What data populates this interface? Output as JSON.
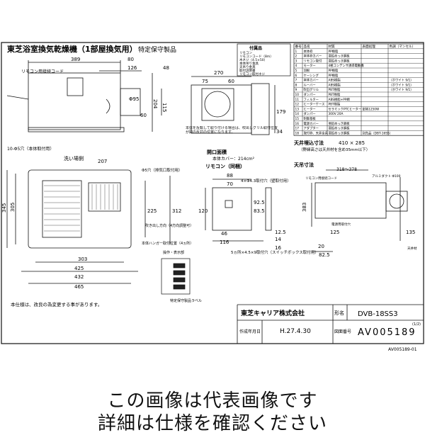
{
  "title": "東芝浴室換気乾燥機（1部屋換気用）",
  "subtitle": "特定保守製品",
  "remote_cord_label": "リモコン用接続コード",
  "dims_top": [
    "389",
    "80",
    "126",
    "48"
  ],
  "dims_side": [
    "115",
    "204",
    "60",
    "Φ95"
  ],
  "dims_right_view": [
    "270",
    "75",
    "60",
    "179",
    "34"
  ],
  "plan_dims": [
    "207",
    "345",
    "305",
    "225",
    "312",
    "303",
    "425",
    "432",
    "465",
    "10-Φ5穴（本体取付用）"
  ],
  "plan_labels": {
    "wash_side": "洗い場側",
    "lever_note": "本体を反転して取り付ける場合は、吹出しグリル取付位置が図の反対の位置になります。",
    "screw": "Φ5穴（排気口取付用）",
    "direction": "吹き出し方向（4方向調整可）",
    "hanger": "本体ハンガー取付位置（4ヵ所）",
    "panel": "操作・表示部",
    "label": "特定保守製品ラベル"
  },
  "notes": "本仕様は、改良の為変更する事があります。",
  "parts": {
    "header": [
      "番号",
      "品名",
      "材質",
      "表面処理",
      "色調（マンセル）"
    ],
    "rows": [
      [
        "1",
        "本体枠",
        "PP樹脂",
        "",
        ""
      ],
      [
        "2",
        "本体枠カバー",
        "亜鉛めっき鋼板",
        "",
        ""
      ],
      [
        "3",
        "リモコン取付",
        "亜鉛めっき鋼板",
        "",
        ""
      ],
      [
        "4",
        "モーター",
        "4極コンデンサ誘導電動機",
        "",
        ""
      ],
      [
        "5",
        "羽根",
        "PP樹脂",
        "",
        ""
      ],
      [
        "6",
        "ケーシング",
        "PP樹脂",
        "",
        ""
      ],
      [
        "7",
        "本体カバー",
        "ABS樹脂",
        "",
        "（ホワイト 9/1）"
      ],
      [
        "8",
        "ルーバー",
        "ABS樹脂",
        "",
        "（ホワイト 9/1）"
      ],
      [
        "9",
        "吹出グリル",
        "PBT樹脂",
        "",
        "（ホワイト 9/1）"
      ],
      [
        "10",
        "ダンパー",
        "PBT樹脂",
        "",
        ""
      ],
      [
        "11",
        "フィルター",
        "ABS樹脂+PP網",
        "",
        ""
      ],
      [
        "12",
        "ヒーターケース",
        "PBT樹脂",
        "",
        ""
      ],
      [
        "13",
        "ヒーター",
        "セラミックPTCヒーター",
        "定格1250W",
        ""
      ],
      [
        "14",
        "ダンパー",
        "300V 20A",
        "",
        ""
      ],
      [
        "15",
        "制御基板",
        "",
        "",
        ""
      ],
      [
        "16",
        "電源カバー",
        "亜鉛めっき鋼板",
        "",
        ""
      ],
      [
        "17",
        "アダプター",
        "亜鉛めっき鋼板",
        "",
        ""
      ],
      [
        "18",
        "取付枠、天井金具",
        "亜鉛めっき鋼板",
        "別売品（DBT-16SS）",
        ""
      ]
    ]
  },
  "accessories": {
    "title": "付属品",
    "items": [
      "リモコン",
      "リモコンコード（8m）",
      "木ネジ（4.5×50）",
      "本体吊り金具",
      "天吊り金具",
      "取付説明書",
      "リモコン取付ネジ"
    ]
  },
  "ceiling": {
    "title": "天井埋込寸法",
    "size": "410 × 285",
    "note": "（野縁高さは天井材を含め35mm以下）"
  },
  "opening": {
    "title": "開口面積",
    "value": "本体カバー：214cm²"
  },
  "remote": {
    "title": "リモコン（同梱）",
    "holes": "4×Φ4.3取付穴（壁取付用）",
    "dims": [
      "88",
      "70",
      "120",
      "92.5",
      "83.5",
      "46",
      "116",
      "12.5",
      "14",
      "16"
    ],
    "note": "5ヵ所×4.5×9取付穴（スイッチボックス取付用）"
  },
  "hanging": {
    "title": "天吊寸法",
    "dims": [
      "318〜378",
      "383",
      "125",
      "135",
      "20",
      "82.5"
    ],
    "labels": [
      "リモコン用接続コード",
      "電源用取付穴",
      "アルミダクト Φ100",
      "天井材"
    ]
  },
  "titleblock": {
    "company": "東芝キャリア株式会社",
    "model_label": "形名",
    "model": "DVB-18SS3",
    "date_label": "作成年月日",
    "date": "H.27.4.30",
    "drawing_label": "図面番号",
    "drawing": "AV005189",
    "page": "(1/2)",
    "footer": "AV005189-01"
  },
  "caption_line1": "この画像は代表画像です",
  "caption_line2": "詳細は仕様を確認ください"
}
